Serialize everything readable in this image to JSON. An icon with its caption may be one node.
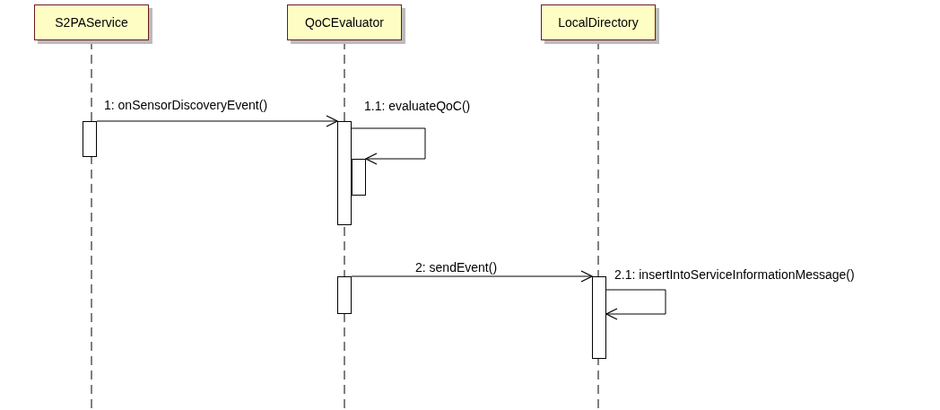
{
  "diagram": {
    "nodes": [
      {
        "text": [
          "S2PAService"
        ]
      },
      {
        "text": [
          "QoCEvaluator"
        ]
      },
      {
        "text": [
          "LocalDirectory"
        ]
      },
      {
        "text": [],
        "shape": "bar"
      },
      {
        "text": [],
        "shape": "bar"
      },
      {
        "text": [],
        "shape": "bar"
      },
      {
        "text": [],
        "shape": "bar"
      },
      {
        "text": [],
        "shape": "bar"
      }
    ],
    "edges": [
      {
        "from": 3,
        "to": 4,
        "arrow": "to",
        "label": "1: onSensorDiscoveryEvent()"
      },
      {
        "from": 4,
        "to": 5,
        "arrow": "to",
        "label": "1.1: evaluateQoC()"
      },
      {
        "from": 6,
        "to": 7,
        "arrow": "to",
        "label": "2: sendEvent()"
      },
      {
        "from": 7,
        "to": 7,
        "arrow": "to",
        "label": "2.1: insertIntoServiceInformationMessage()"
      }
    ]
  }
}
